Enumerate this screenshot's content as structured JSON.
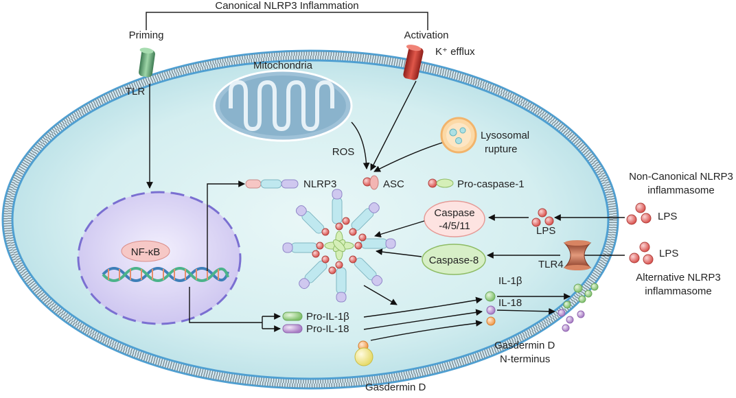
{
  "top": {
    "title": "Canonical NLRP3 Inflammation",
    "priming": "Priming",
    "activation": "Activation",
    "k_efflux": "K⁺ efflux",
    "tlr": "TLR"
  },
  "organelles": {
    "mitochondria": "Mitochondria",
    "ros": "ROS",
    "lysosomal_1": "Lysosomal",
    "lysosomal_2": "rupture"
  },
  "nucleus": {
    "nfkb": "NF-κB"
  },
  "components": {
    "nlrp3": "NLRP3",
    "asc": "ASC",
    "pro_caspase1": "Pro-caspase-1",
    "caspase_4511_1": "Caspase",
    "caspase_4511_2": "-4/5/11",
    "caspase8": "Caspase-8",
    "lps_inner": "LPS",
    "tlr4": "TLR4"
  },
  "products": {
    "pro_il1b": "Pro-IL-1β",
    "pro_il18": "Pro-IL-18",
    "il1b": "IL-1β",
    "il18": "IL-18",
    "gsdmd_nt_1": "Gasdermin D",
    "gsdmd_nt_2": "N-terminus",
    "gsdmd": "Gasdermin D"
  },
  "outside": {
    "noncanon_1": "Non-Canonical NLRP3",
    "noncanon_2": "inflammasome",
    "lps_1": "LPS",
    "lps_2": "LPS",
    "alt_1": "Alternative NLRP3",
    "alt_2": "inflammasome"
  },
  "colors": {
    "cytoplasm": "#d8f0f2",
    "membrane": "#5aa9d6",
    "nucleus": "#d9d4f3",
    "mitochondria": "#8fb6cf",
    "lysosome": "#fbd9a8",
    "tlr_channel": "#5c9a6f",
    "k_channel": "#c0392b",
    "tlr4_channel": "#b5654a"
  }
}
